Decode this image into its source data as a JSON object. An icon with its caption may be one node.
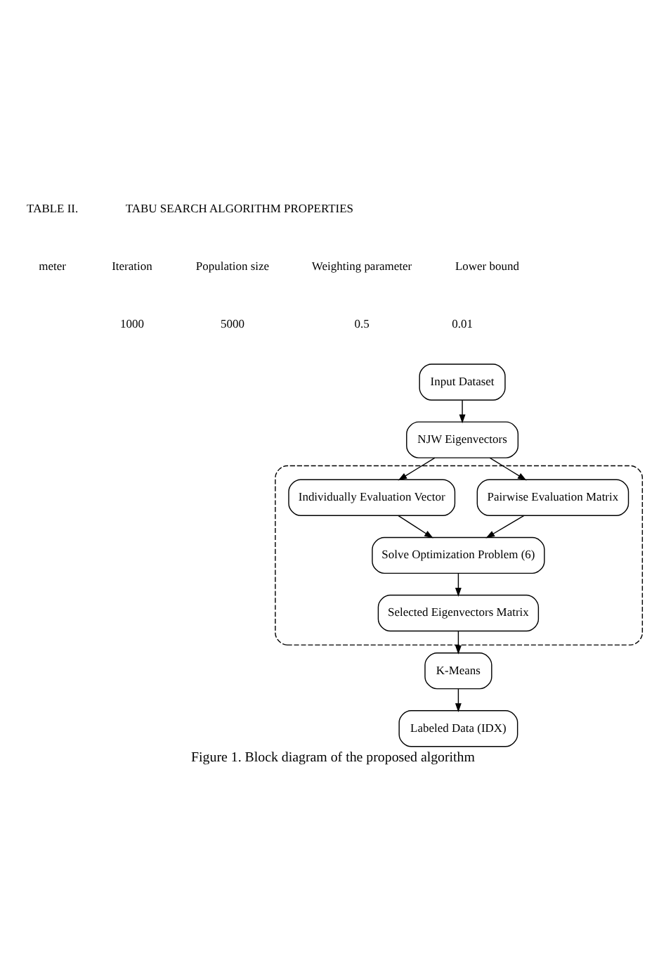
{
  "diagram": {
    "caption": "Figure 1. Block diagram of the proposed algorithm",
    "nodes": [
      {
        "text": [
          "Input Dataset"
        ]
      },
      {
        "text": [
          "NJW Eigenvectors"
        ]
      },
      {
        "text": [],
        "shape": "box"
      },
      {
        "text": [
          "Pairwise Evaluation Matrix"
        ],
        "in": 2
      },
      {
        "text": [
          "Individually Evaluation Vector"
        ],
        "in": 2
      },
      {
        "text": [
          "Solve Optimization Problem (6)"
        ],
        "in": 2
      },
      {
        "text": [
          "Selected Eigenvectors Matrix"
        ],
        "in": 2
      },
      {
        "text": [
          "K-Means"
        ]
      },
      {
        "text": [
          "Labeled Data (IDX)"
        ]
      }
    ],
    "edges": [
      {
        "from": 0,
        "to": 1,
        "arrow": "to"
      },
      {
        "from": 1,
        "to": 3,
        "arrow": "to"
      },
      {
        "from": 1,
        "to": 4,
        "arrow": "to"
      },
      {
        "from": 3,
        "to": 5,
        "arrow": "to"
      },
      {
        "from": 4,
        "to": 5,
        "arrow": "to"
      },
      {
        "from": 5,
        "to": 6,
        "arrow": "to"
      },
      {
        "from": 6,
        "to": 7,
        "arrow": "to"
      },
      {
        "from": 7,
        "to": 8,
        "arrow": "to"
      }
    ],
    "labels": [
      "TABLE II.",
      "TABU SEARCH ALGORITHM PROPERTIES",
      "meter",
      "Iteration",
      "Population size",
      "Weighting parameter",
      "Lower bound",
      "1000",
      "5000",
      "0.5",
      "0.01"
    ]
  }
}
